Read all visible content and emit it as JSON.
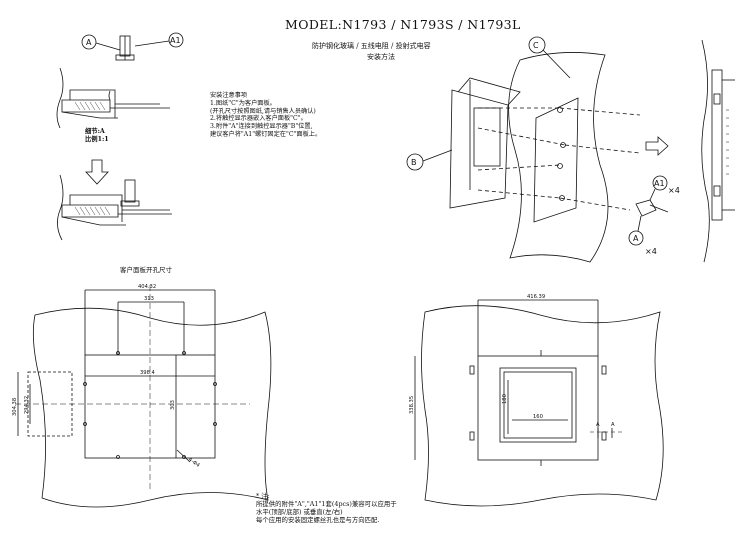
{
  "title": "MODEL:N1793 / N1793S / N1793L",
  "subtitle_line1": "防护钢化玻璃 / 五线电阻 / 投射式电容",
  "subtitle_line2": "安装方法",
  "install_notes": {
    "heading": "安装注意事项",
    "items": [
      "1.图纸\"C\"为客户面板。",
      "  (开孔尺寸按照图纸,请与销售人员确认)",
      "2.将触控显示器嵌入客户面板\"C\"。",
      "3.附件\"A\"连接到触控显示器\"B\"位置,",
      "  建议客户将\"A1\"螺钉固定在\"C\"面板上。"
    ]
  },
  "detail_label": {
    "line1": "细节:A",
    "line2": "比例1:1"
  },
  "cutout_title": "客户面板开孔尺寸",
  "callouts": {
    "A": "A",
    "A1": "A1",
    "B": "B",
    "C": "C",
    "qty_a1": "×4",
    "qty_a": "×4"
  },
  "dimensions": {
    "cutout_width": "404.32",
    "cutout_inner_width": "313",
    "cutout_height_outer": "304.38",
    "cutout_height_inner": "294.32",
    "cutout_opening_width": "398.4",
    "cutout_opening_height": "303",
    "hole_note": "4-Φ4",
    "display_width": "416.39",
    "display_height": "338.35",
    "display_inner_h": "180",
    "display_inner_w": "160",
    "section_mark": "A"
  },
  "bottom_note": {
    "star": "* 注:",
    "lines": [
      "所提供的附件\"A\",\"A1\"1套(4pcs)兼容可以应用于",
      "水平(顶部/底部) 或垂直(左/右)",
      "每个应用的安装固定螺丝孔也是与方向匹配."
    ]
  }
}
